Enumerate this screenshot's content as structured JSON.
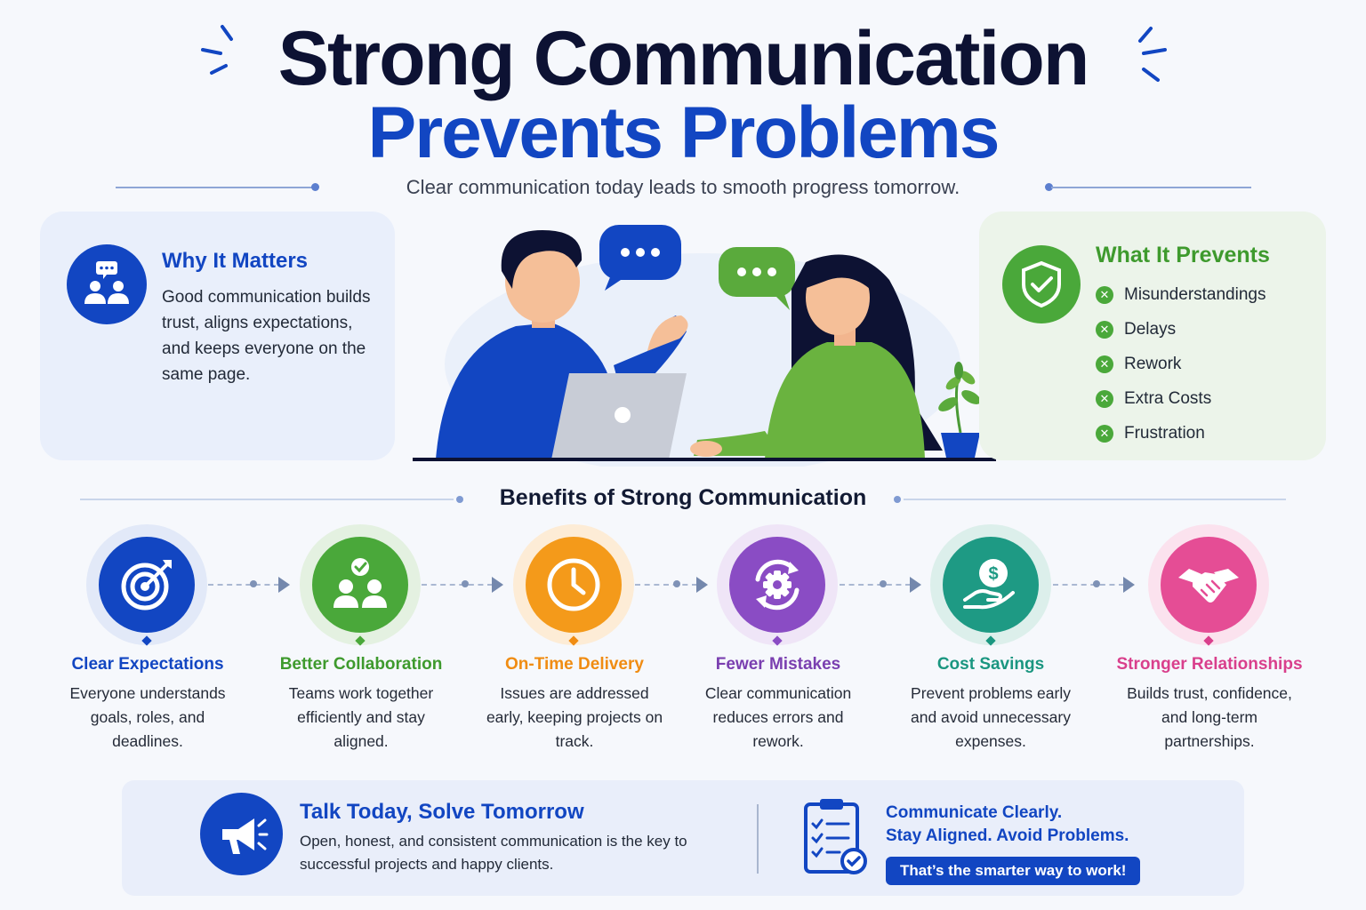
{
  "header": {
    "title_line1": "Strong Communication",
    "title_line2": "Prevents Problems",
    "subtitle": "Clear communication today leads to smooth progress tomorrow."
  },
  "why_it_matters": {
    "title": "Why It Matters",
    "body": "Good communication builds trust, aligns expectations, and keeps everyone on the same page.",
    "icon": "team-chat-icon"
  },
  "what_it_prevents": {
    "title": "What It Prevents",
    "icon": "shield-check-icon",
    "items": [
      "Misunderstandings",
      "Delays",
      "Rework",
      "Extra Costs",
      "Frustration"
    ]
  },
  "benefits": {
    "title": "Benefits of Strong Communication",
    "items": [
      {
        "name": "Clear Expectations",
        "desc": "Everyone understands goals, roles, and deadlines.",
        "icon": "target-icon",
        "color": "#1246c2"
      },
      {
        "name": "Better Collaboration",
        "desc": "Teams work together efficiently and stay aligned.",
        "icon": "team-check-icon",
        "color": "#3e9a2d"
      },
      {
        "name": "On-Time Delivery",
        "desc": "Issues are addressed early, keeping projects on track.",
        "icon": "clock-icon",
        "color": "#f08c12"
      },
      {
        "name": "Fewer Mistakes",
        "desc": "Clear communication reduces errors and rework.",
        "icon": "gear-cycle-icon",
        "color": "#7a3fb0"
      },
      {
        "name": "Cost Savings",
        "desc": "Prevent problems early and avoid unnecessary expenses.",
        "icon": "money-hand-icon",
        "color": "#1a9680"
      },
      {
        "name": "Stronger Relationships",
        "desc": "Builds trust, confidence, and long-term partnerships.",
        "icon": "handshake-icon",
        "color": "#d93f8c"
      }
    ]
  },
  "footer": {
    "talk_title": "Talk Today, Solve Tomorrow",
    "talk_body": "Open, honest, and consistent communication is the key to successful projects and happy clients.",
    "cta_line1": "Communicate Clearly.",
    "cta_line2": "Stay Aligned. Avoid Problems.",
    "cta_pill": "That’s the smarter way to work!",
    "megaphone_icon": "megaphone-icon",
    "checklist_icon": "checklist-icon"
  },
  "colors": {
    "primary_blue": "#1246c2",
    "green": "#3e9a2d",
    "orange": "#f08c12",
    "purple": "#7a3fb0",
    "teal": "#1a9680",
    "pink": "#d93f8c",
    "dark_navy": "#0d1233"
  }
}
